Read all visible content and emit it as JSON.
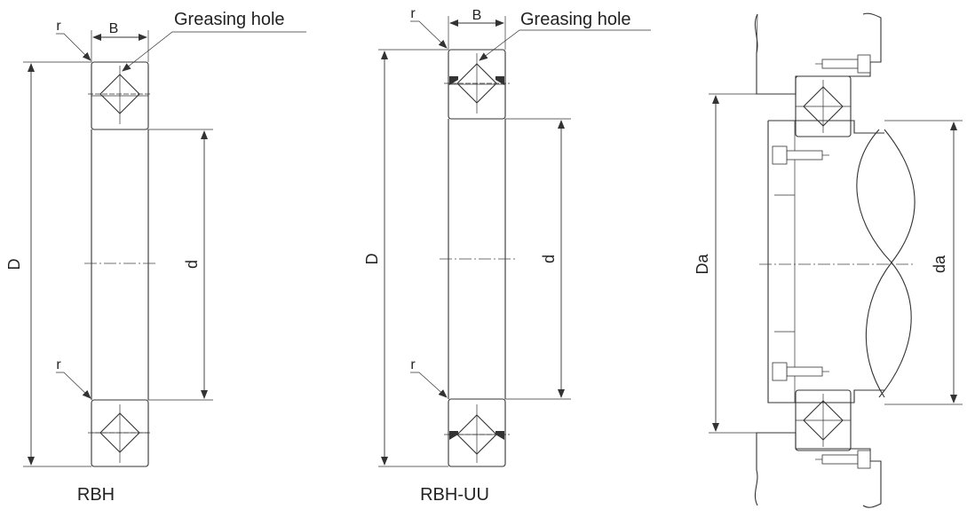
{
  "diagrams": [
    {
      "caption": "RBH",
      "labels": {
        "width": "B",
        "radius_top": "r",
        "radius_bottom": "r",
        "outer": "D",
        "inner": "d",
        "greasing": "Greasing hole"
      }
    },
    {
      "caption": "RBH-UU",
      "labels": {
        "width": "B",
        "radius_top": "r",
        "radius_bottom": "r",
        "outer": "D",
        "inner": "d",
        "greasing": "Greasing hole"
      }
    },
    {
      "caption": "",
      "labels": {
        "outer": "Da",
        "inner": "da"
      }
    }
  ]
}
